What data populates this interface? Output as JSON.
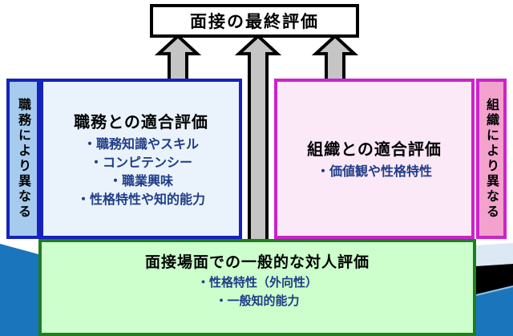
{
  "final_box": {
    "label": "面接の最終評価"
  },
  "left_strip": {
    "label": "職務により異なる"
  },
  "left_box": {
    "title": "職務との適合評価",
    "bullets": [
      "・職務知識やスキル",
      "・コンピテンシー",
      "・職業興味",
      "・性格特性や知的能力"
    ]
  },
  "right_box": {
    "title": "組織との適合評価",
    "bullets": [
      "・価値観や性格特性"
    ]
  },
  "right_strip": {
    "label": "組織により異なる"
  },
  "bottom_box": {
    "title": "面接場面での一般的な対人評価",
    "bullets": [
      "・性格特性（外向性）",
      "・一般知的能力"
    ]
  },
  "colors": {
    "blue_border": "#1522BF",
    "left_box_bg": "#EAF3FB",
    "left_strip_bg": "#A6CBEE",
    "magenta_border": "#CC22CC",
    "right_box_bg": "#FBE9F8",
    "right_strip_bg": "#F2A2CC",
    "green_border": "#1E7E1E",
    "green_box_bg": "#CCFFCC",
    "bullet_text": "#1F3C87",
    "arrow_fill": "#C5C5C5",
    "deco_blue": "#1B75BC",
    "deco_pale_blue": "#DCE9F4",
    "deco_black": "#000000"
  }
}
